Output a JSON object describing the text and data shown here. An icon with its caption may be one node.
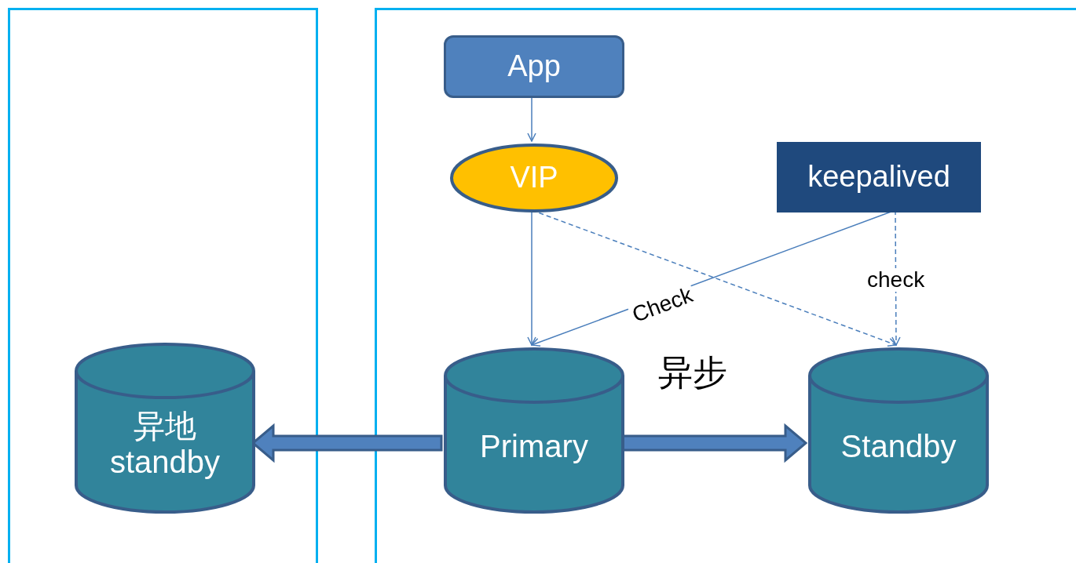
{
  "diagram": {
    "nodes": [
      {
        "text": [],
        "shape": "box"
      },
      {
        "text": [],
        "shape": "box"
      },
      {
        "text": [
          "App"
        ],
        "in": 1
      },
      {
        "text": [
          "VIP"
        ],
        "in": 1
      },
      {
        "text": [
          "keepalived"
        ],
        "in": 1
      },
      {
        "text": [
          "Primary"
        ],
        "in": 1
      },
      {
        "text": [
          "Standby"
        ],
        "in": 1
      },
      {
        "text": [
          "异地 standby"
        ],
        "in": 0
      }
    ],
    "edges": [
      {
        "from": 2,
        "to": 3,
        "arrow": "to"
      },
      {
        "from": 3,
        "to": 5,
        "arrow": "to"
      },
      {
        "from": 3,
        "to": 6,
        "arrow": "to",
        "style": "dashed"
      },
      {
        "from": 4,
        "to": 5,
        "arrow": "to",
        "label": "Check"
      },
      {
        "from": 4,
        "to": 6,
        "arrow": "to",
        "style": "dashed",
        "label": "check"
      },
      {
        "from": 5,
        "to": 6,
        "arrow": "to",
        "style": "thick",
        "color": "#4f81bd"
      },
      {
        "from": 5,
        "to": 7,
        "arrow": "to",
        "style": "thick",
        "color": "#4f81bd"
      }
    ],
    "labels": [
      "异步"
    ]
  }
}
